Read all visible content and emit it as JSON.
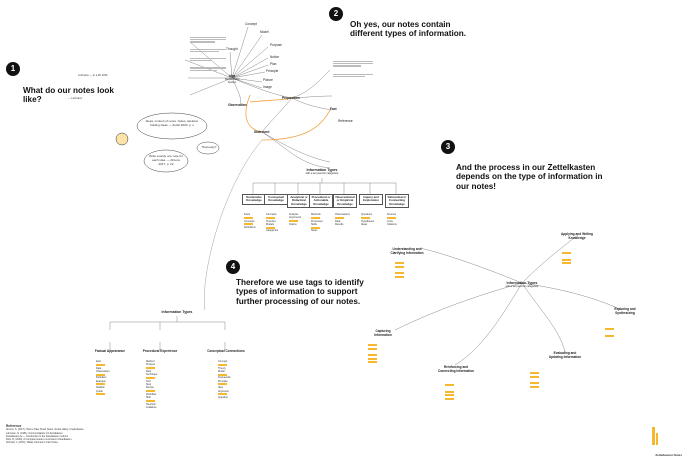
{
  "steps": [
    {
      "number": "1",
      "text": "What do our notes look like?"
    },
    {
      "number": "2",
      "text": "Oh yes, our notes contain different types of information."
    },
    {
      "number": "3",
      "text": "And the process in our Zettelkasten depends on the type of information in our notes!"
    },
    {
      "number": "4",
      "text": "Therefore we use tags to identify types of information to support further processing of our notes."
    }
  ],
  "section1": {
    "quote_small": "Luhmann — In a ZK 2001",
    "thought_bubble": "Ideas, content of notes. Notes, skeleton holding ideas — Zettel 2020, p. x",
    "thought_bubble2": "That easy?",
    "thought_bubble3": "Write exactly one note for each idea. — Ahrens 2017, p. 22",
    "author_note": "— Luhmann"
  },
  "section2": {
    "center_idea": "Idea",
    "center_idea_sub": "Simple Zettel System",
    "idea_branches": [
      "Concept",
      "Model",
      "Purpose",
      "Notion",
      "Plan",
      "Principle",
      "Picture",
      "Image",
      "Thought"
    ],
    "observation": "Observation",
    "proposition": "Proposition",
    "fact": "Fact",
    "statement": "Statement",
    "reference_label": "Reference",
    "info_types_title": "Information Types",
    "info_types_sub": "with a set (used for categories)",
    "categories": [
      {
        "label": "Declarative Knowledge",
        "items": [
          "Facts",
          "Concepts",
          "Definitions"
        ]
      },
      {
        "label": "Conceptual Knowledge",
        "items": [
          "Concepts",
          "Theories",
          "Models",
          "Categories"
        ]
      },
      {
        "label": "Analytical or Didactical Knowledge",
        "items": [
          "Analysis",
          "Arguments",
          "Claims"
        ]
      },
      {
        "label": "Procedural or Actionable Knowledge",
        "items": [
          "Methods",
          "Processes",
          "Skills",
          "Steps"
        ]
      },
      {
        "label": "Observational or Empirical Knowledge",
        "items": [
          "Observations",
          "Data",
          "Results"
        ]
      },
      {
        "label": "Inquiry and Exploration",
        "items": [
          "Questions",
          "Hypotheses",
          "Ideas"
        ]
      },
      {
        "label": "Referential or Connecting Knowledge",
        "items": [
          "Sources",
          "Links",
          "Citations"
        ]
      }
    ]
  },
  "section3": {
    "center": "Information Types",
    "center_sub": "with a set (used for categories)",
    "branches": [
      {
        "label": "Understanding and Clarifying Information"
      },
      {
        "label": "Applying and Writing Knowledge"
      },
      {
        "label": "Exploring and Synthesizing"
      },
      {
        "label": "Evaluating and Updating Information"
      },
      {
        "label": "Reinforcing and Connecting Information"
      },
      {
        "label": "Capturing Information"
      }
    ]
  },
  "section4": {
    "title": "Information Types",
    "cols": [
      {
        "label": "Factual Appearance",
        "items": [
          "Fact",
          "Data",
          "Observation",
          "Definition",
          "Example",
          "Statistic",
          "Quote"
        ]
      },
      {
        "label": "Procedural Experience",
        "items": [
          "Method",
          "Process",
          "Rule",
          "Technique",
          "Tool",
          "Step",
          "Recipe",
          "Workflow",
          "Skill",
          "Heuristic",
          "Guideline"
        ]
      },
      {
        "label": "Conceptual Connections",
        "items": [
          "Concept",
          "Theory",
          "Model",
          "Framework",
          "Principle",
          "Idea",
          "Argument",
          "Question"
        ]
      }
    ]
  },
  "references": {
    "title": "Reference",
    "items": [
      "Ahrens, S. (2017). How to Take Smart Notes. Scotts Valley: CreateSpace.",
      "Luhmann, N. (1981). Kommunikation mit Zettelkästen.",
      "Zettelkasten.de — Introduction to the Zettelkasten method.",
      "Doto, B. (2020). A Complete Guide to Luhmann's Zettelkasten.",
      "Schmidt, J. (2016). Niklas Luhmann's Card Index."
    ]
  },
  "footer": {
    "label": "Zettelkasten Notes"
  }
}
